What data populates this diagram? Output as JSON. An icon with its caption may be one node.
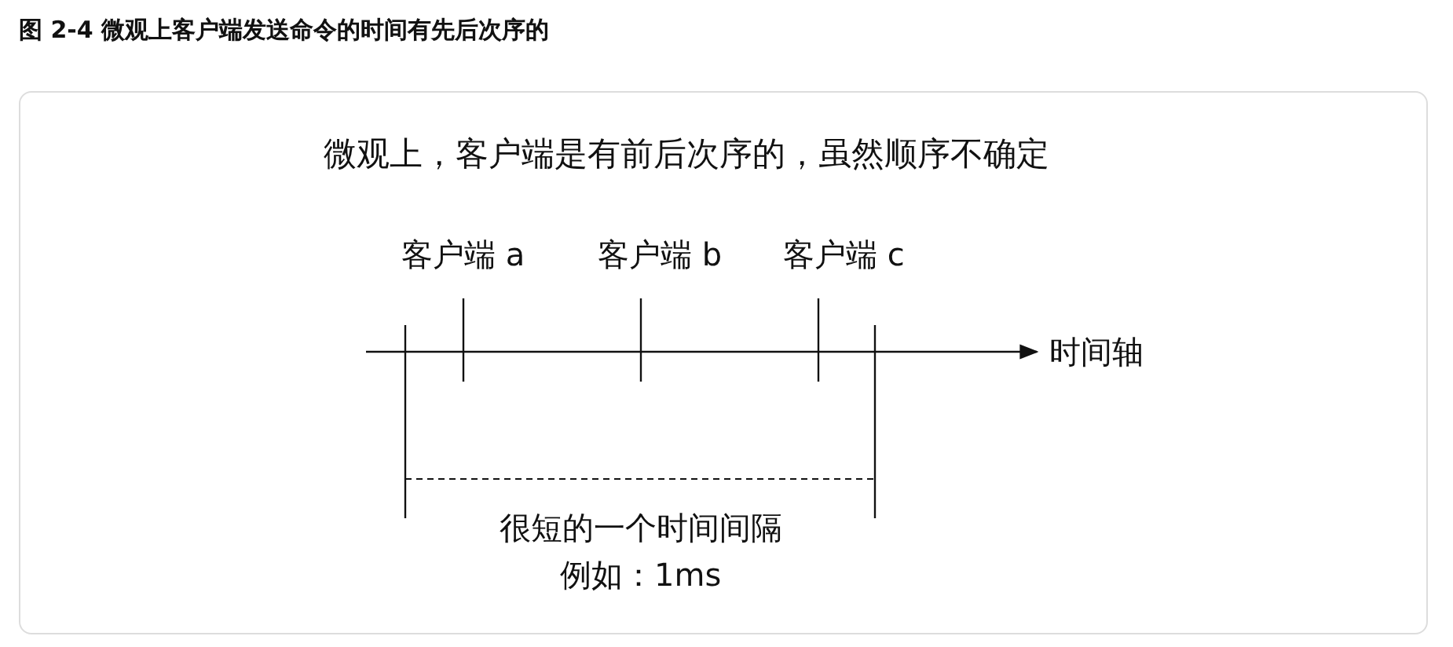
{
  "diagram": {
    "title": "图 2-4 微观上客户端发送命令的时间有先后次序的",
    "labels": [
      "微观上，客户端是有前后次序的，虽然顺序不确定",
      "客户端 a",
      "客户端 b",
      "客户端 c",
      "时间轴",
      "很短的一个时间间隔",
      "例如：1ms"
    ]
  }
}
